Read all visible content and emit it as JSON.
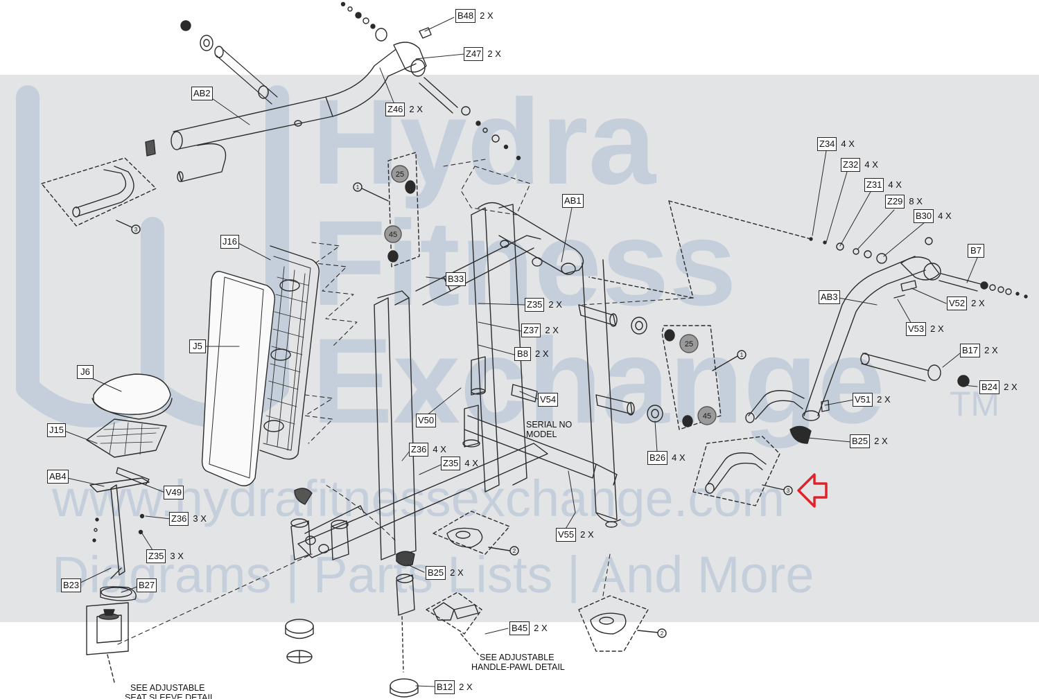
{
  "watermark": {
    "brand_line1": "Hydra",
    "brand_line2": "Fitness",
    "brand_line3": "Exchange",
    "trademark": "TM",
    "website": "www.hydrafitnessexchange.com",
    "tagline": "Diagrams | Parts Lists | And More"
  },
  "colors": {
    "watermark_band": "#e3e4e6",
    "watermark_text": "#c5cfdb",
    "line": "#2a2a2a",
    "highlight_arrow": "#e0222a",
    "pad_grey": "#9a9a9a"
  },
  "callouts": [
    {
      "id": "B48",
      "qty": "2 X"
    },
    {
      "id": "Z47",
      "qty": "2 X"
    },
    {
      "id": "AB2",
      "qty": ""
    },
    {
      "id": "Z46",
      "qty": "2 X"
    },
    {
      "id": "Z34",
      "qty": "4 X"
    },
    {
      "id": "Z32",
      "qty": "4 X"
    },
    {
      "id": "Z31",
      "qty": "4 X"
    },
    {
      "id": "Z29",
      "qty": "8 X"
    },
    {
      "id": "B30",
      "qty": "4 X"
    },
    {
      "id": "B7",
      "qty": ""
    },
    {
      "id": "AB1",
      "qty": ""
    },
    {
      "id": "AB3",
      "qty": ""
    },
    {
      "id": "V52",
      "qty": "2 X"
    },
    {
      "id": "V53",
      "qty": "2 X"
    },
    {
      "id": "B17",
      "qty": "2 X"
    },
    {
      "id": "B24",
      "qty": "2 X"
    },
    {
      "id": "V51",
      "qty": "2 X"
    },
    {
      "id": "B25",
      "qty": "2 X"
    },
    {
      "id": "J16",
      "qty": ""
    },
    {
      "id": "B33",
      "qty": ""
    },
    {
      "id": "Z35",
      "qty": "2 X"
    },
    {
      "id": "Z37",
      "qty": "2 X"
    },
    {
      "id": "B8",
      "qty": "2 X"
    },
    {
      "id": "J5",
      "qty": ""
    },
    {
      "id": "J6",
      "qty": ""
    },
    {
      "id": "V54",
      "qty": ""
    },
    {
      "id": "V50",
      "qty": ""
    },
    {
      "id": "J15",
      "qty": ""
    },
    {
      "id": "Z36",
      "qty": "4 X"
    },
    {
      "id": "Z35",
      "qty": "4 X"
    },
    {
      "id": "B26",
      "qty": "4 X"
    },
    {
      "id": "AB4",
      "qty": ""
    },
    {
      "id": "V49",
      "qty": ""
    },
    {
      "id": "Z36",
      "qty": "3 X"
    },
    {
      "id": "Z35",
      "qty": "3 X"
    },
    {
      "id": "V55",
      "qty": "2 X"
    },
    {
      "id": "B25",
      "qty": "2 X"
    },
    {
      "id": "B23",
      "qty": ""
    },
    {
      "id": "B27",
      "qty": ""
    },
    {
      "id": "B45",
      "qty": "2 X"
    },
    {
      "id": "B12",
      "qty": "2 X"
    }
  ],
  "pad_labels": [
    "25",
    "45",
    "25",
    "45"
  ],
  "circle_refs": [
    "1",
    "1",
    "3",
    "3",
    "2",
    "2"
  ],
  "notes": {
    "serial": "SERIAL NO",
    "model": "MODEL",
    "handle_pawl_1": "SEE ADJUSTABLE",
    "handle_pawl_2": "HANDLE-PAWL DETAIL",
    "seat_sleeve_1": "SEE ADJUSTABLE",
    "seat_sleeve_2": "SEAT SLEEVE DETAIL"
  }
}
